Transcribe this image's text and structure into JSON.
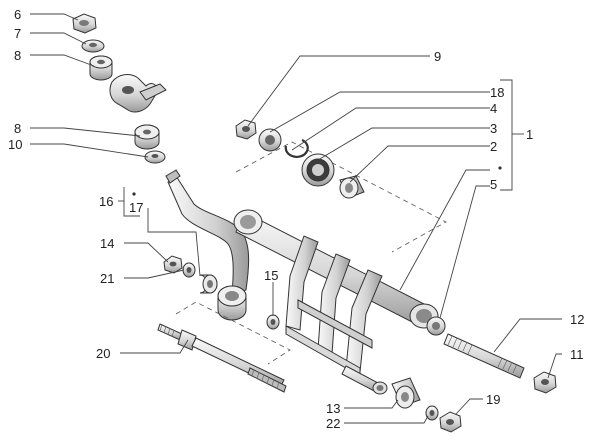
{
  "callouts": [
    {
      "id": "p6",
      "text": "6"
    },
    {
      "id": "p7",
      "text": "7"
    },
    {
      "id": "p8a",
      "text": "8"
    },
    {
      "id": "p9",
      "text": "9"
    },
    {
      "id": "p18",
      "text": "18"
    },
    {
      "id": "p4",
      "text": "4"
    },
    {
      "id": "p3",
      "text": "3"
    },
    {
      "id": "p1",
      "text": "1"
    },
    {
      "id": "p2",
      "text": "2"
    },
    {
      "id": "p5",
      "text": "5"
    },
    {
      "id": "p8b",
      "text": "8"
    },
    {
      "id": "p10",
      "text": "10"
    },
    {
      "id": "p16",
      "text": "16"
    },
    {
      "id": "p17",
      "text": "17"
    },
    {
      "id": "p14",
      "text": "14"
    },
    {
      "id": "p21",
      "text": "21"
    },
    {
      "id": "p15",
      "text": "15"
    },
    {
      "id": "p20",
      "text": "20"
    },
    {
      "id": "p12",
      "text": "12"
    },
    {
      "id": "p11",
      "text": "11"
    },
    {
      "id": "p13",
      "text": "13"
    },
    {
      "id": "p19",
      "text": "19"
    },
    {
      "id": "p22",
      "text": "22"
    }
  ],
  "colors": {
    "part_fill": "#f2f2f2",
    "part_shade": "#c8c8c8",
    "part_dark": "#8a8a8a",
    "line": "#333333"
  }
}
